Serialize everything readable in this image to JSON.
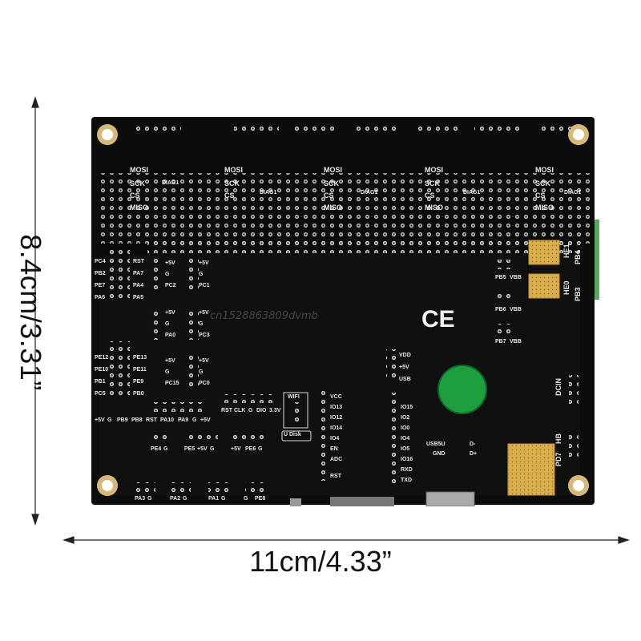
{
  "dimensions": {
    "height_label": "8.4cm/3.31”",
    "width_label": "11cm/4.33”"
  },
  "board": {
    "ce_mark": "CE",
    "watermark": "cn1528863809dvmb",
    "top_driver_labels": [
      "MOSI",
      "SCK",
      "CS",
      "MISO"
    ],
    "diag_labels": [
      "DIAG1",
      "DIAG1",
      "DIAG1",
      "DIAG1",
      "DIAG1"
    ],
    "left_labels": [
      "PC4",
      "PB2",
      "PE7",
      "PA6",
      "RST",
      "PA7",
      "PA4",
      "PA5"
    ],
    "center_labels": [
      "+5V",
      "+5V",
      "G",
      "G",
      "PC2",
      "PC1",
      "+5V",
      "+5V",
      "G",
      "G",
      "PA0",
      "PC3",
      "+5V",
      "+5V",
      "G",
      "G",
      "PC15",
      "PC0"
    ],
    "left_lower_labels": [
      "PE12",
      "PE10",
      "PB1",
      "PC5",
      "PE13",
      "PE11",
      "PE9",
      "PB0"
    ],
    "bottom_row_labels": [
      "+5V",
      "G",
      "PB9",
      "PB8",
      "RST",
      "PA10",
      "PA9",
      "G",
      "+5V"
    ],
    "center_bottom_labels": [
      "RST",
      "CLK",
      "G",
      "DIO",
      "3.3V"
    ],
    "wifi_label": "WIFI",
    "udisk_label": "U Disk",
    "io_labels": [
      "VCC",
      "IO13",
      "IO12",
      "IO14",
      "IO4",
      "EN",
      "ADC",
      "RST",
      "RXD",
      "TXD"
    ],
    "io_right_labels": [
      "IO15",
      "IO2",
      "IO0",
      "IO4",
      "IO5",
      "IO16",
      "RXD"
    ],
    "power_labels": [
      "VDD",
      "+5V",
      "USB"
    ],
    "right_labels": [
      "PB5",
      "VBB",
      "PB6",
      "VBB",
      "PB7",
      "VBB"
    ],
    "heater_labels": [
      "HE1",
      "PB4",
      "HE0",
      "PB3"
    ],
    "power_in_labels": [
      "DCIN",
      "HB",
      "PD7"
    ],
    "usb_labels": [
      "USB5U",
      "GND",
      "D-",
      "D+"
    ],
    "bottom_labels": [
      "PE4",
      "G",
      "PE5",
      "+5V",
      "G",
      "+5V",
      "PE6",
      "G",
      "PA3",
      "G",
      "PA2",
      "G",
      "PA1",
      "G",
      "G",
      "PE8"
    ]
  }
}
